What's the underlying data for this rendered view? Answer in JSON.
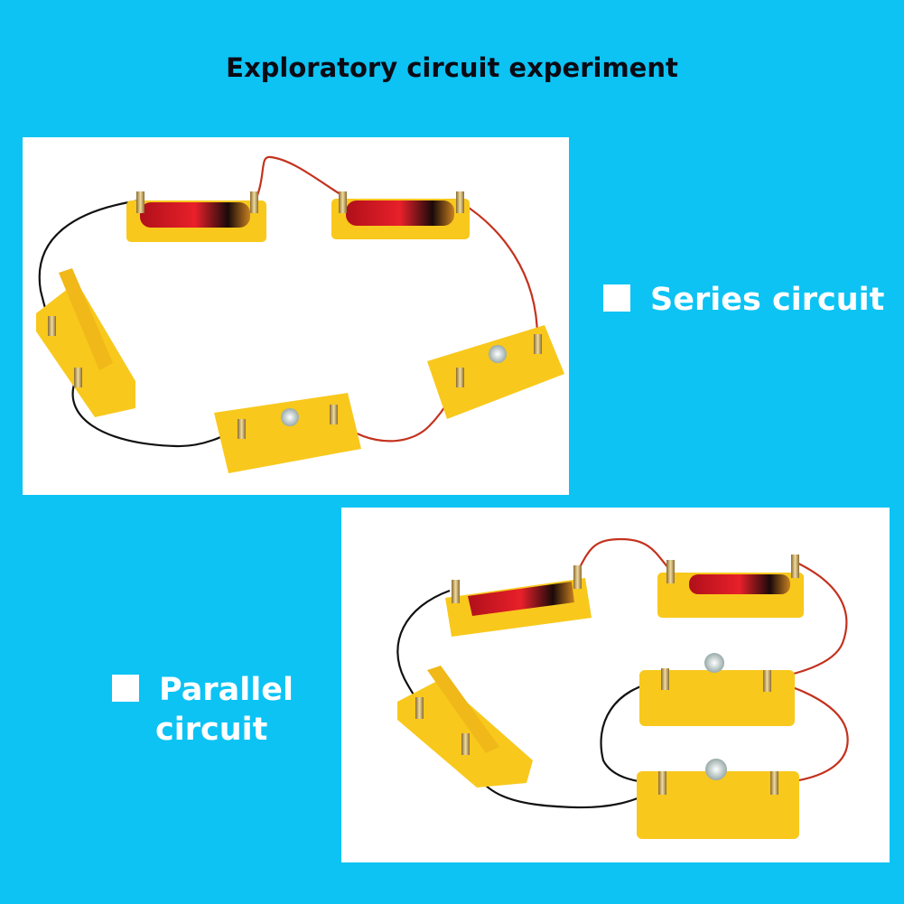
{
  "title": "Exploratory circuit experiment",
  "series_label": "Series circuit",
  "parallel_label": [
    "Parallel",
    "circuit"
  ],
  "colors": {
    "background": "#0cc3f4",
    "module": "#f8c81c",
    "red_wire": "#c4321e",
    "black_wire": "#111111",
    "text": "#ffffff"
  }
}
